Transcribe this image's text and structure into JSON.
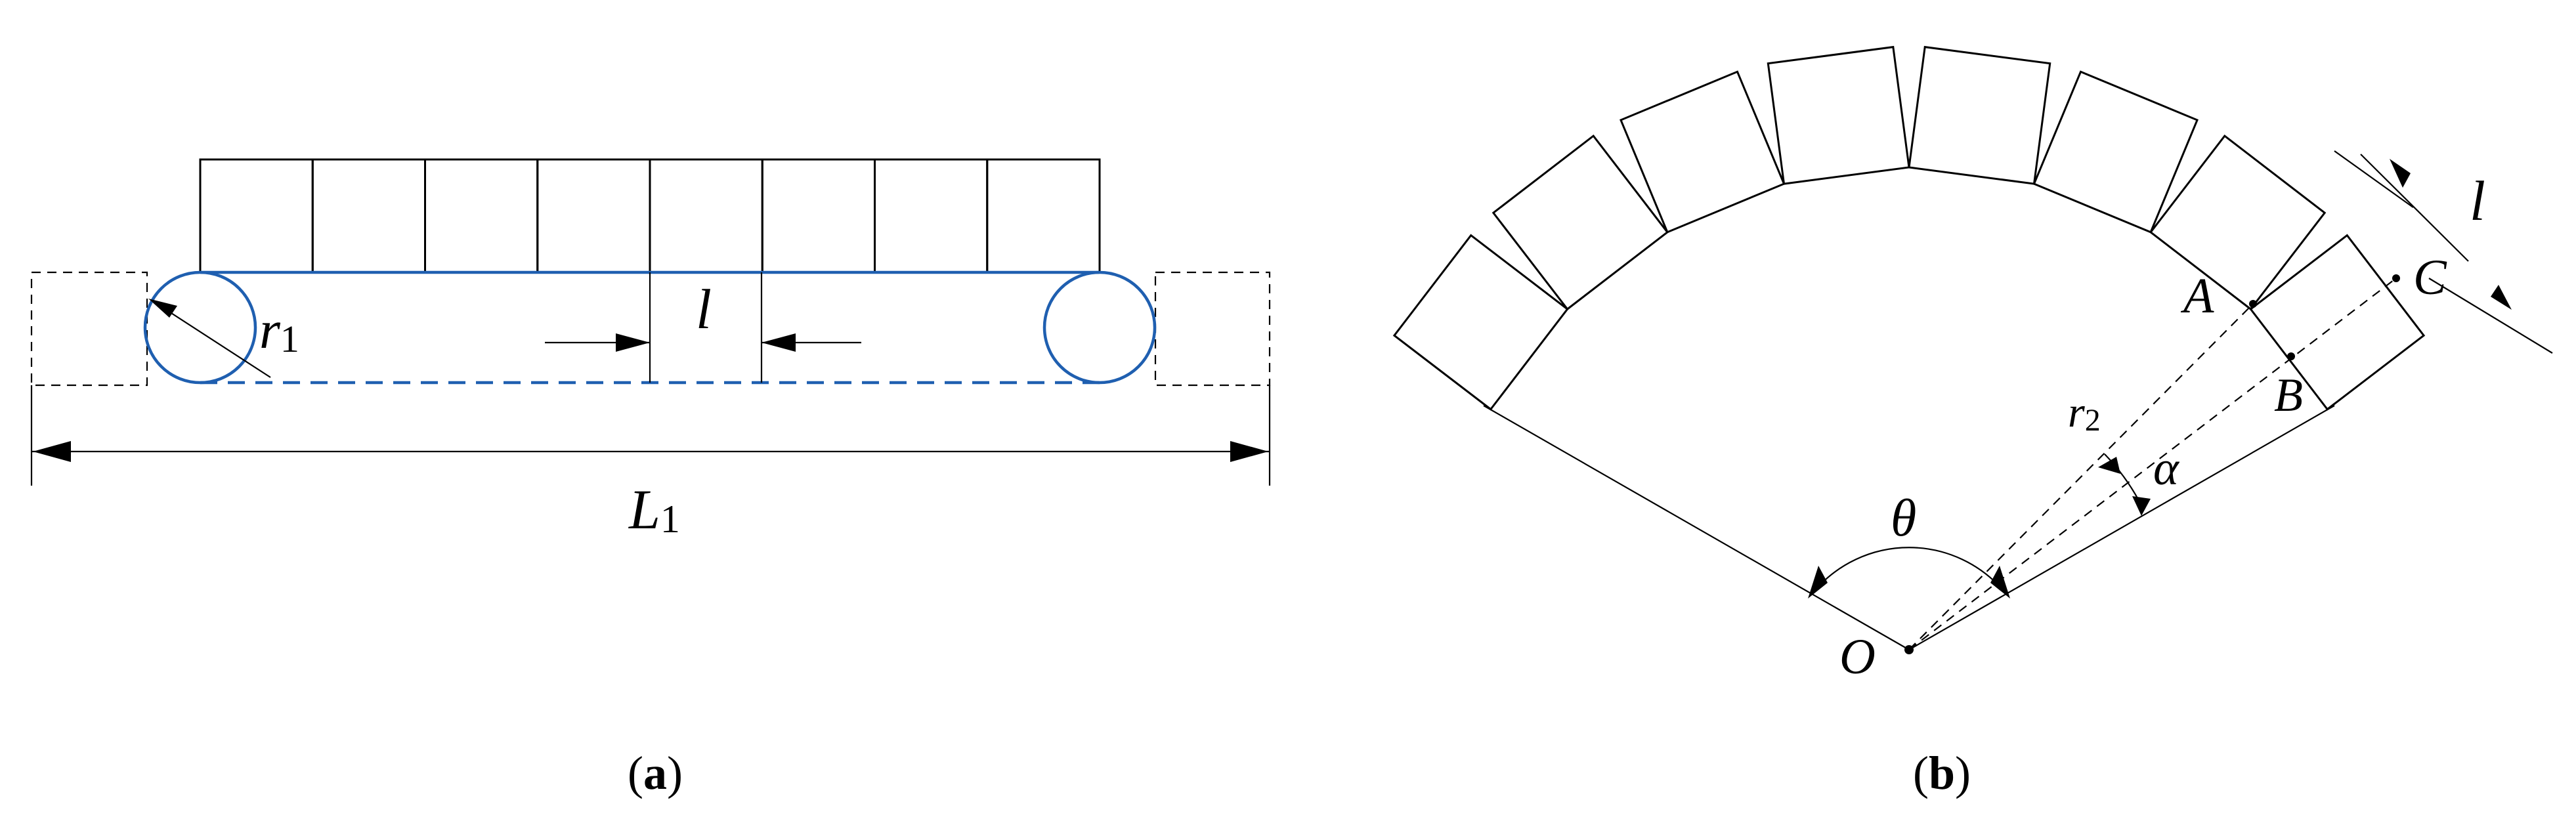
{
  "panel_a": {
    "caption_open": "(",
    "caption_letter": "a",
    "caption_close": ")",
    "labels": {
      "r1_main": "r",
      "r1_sub": "1",
      "l": "l",
      "L1_main": "L",
      "L1_sub": "1"
    },
    "block_count": 8,
    "colors": {
      "line": "#000000",
      "belt": "#1f5fb0"
    }
  },
  "panel_b": {
    "caption_open": "(",
    "caption_letter": "b",
    "caption_close": ")",
    "labels": {
      "l": "l",
      "C": "C",
      "A": "A",
      "B": "B",
      "r2_main": "r",
      "r2_sub": "2",
      "alpha": "α",
      "theta": "θ",
      "O": "O"
    },
    "block_count": 8
  }
}
